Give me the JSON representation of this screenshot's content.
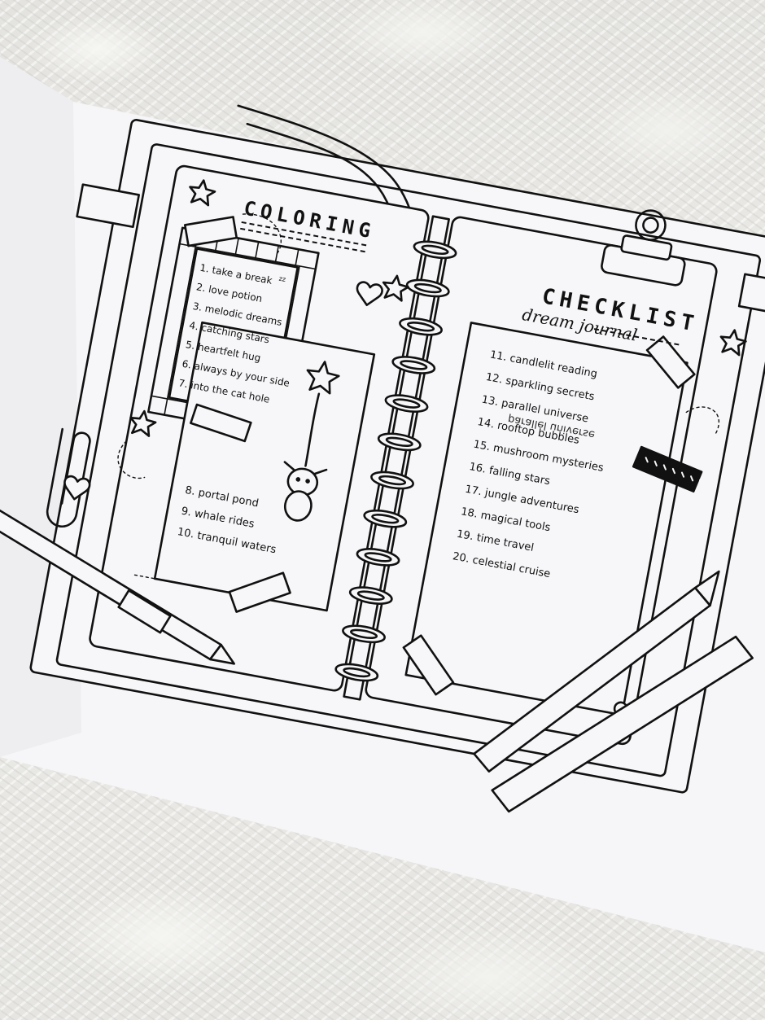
{
  "page": {
    "title_left": "COLORING",
    "title_right": "CHECKLIST",
    "subtitle": "dream journal"
  },
  "checklist_left_a": [
    "1. take a break",
    "2. love potion",
    "3. melodic dreams",
    "4. catching stars",
    "5. heartfelt hug",
    "6. always by your side",
    "7. into the cat hole"
  ],
  "checklist_left_b": [
    "8. portal pond",
    "9. whale rides",
    "10. tranquil waters"
  ],
  "checklist_right": [
    "11. candlelit reading",
    "12. sparkling secrets",
    "13. parallel universe",
    "14. rooftop bubbles",
    "15. mushroom mysteries",
    "16. falling stars",
    "17. jungle adventures",
    "18. magical tools",
    "19. time travel",
    "20. celestial cruise"
  ],
  "decor": {
    "mirror_text": "parallel universe",
    "sleep_mark": "zz",
    "icons": [
      "star-icon",
      "heart-icon",
      "paper-clip-icon",
      "binder-clip-icon",
      "pen-icon",
      "marker-icon",
      "tape-icon",
      "bunny-plush-icon",
      "spiral-binding-icon"
    ]
  },
  "colors": {
    "paper": "#f7f7f9",
    "ink": "#111111",
    "fur": "#e9e8e4"
  }
}
